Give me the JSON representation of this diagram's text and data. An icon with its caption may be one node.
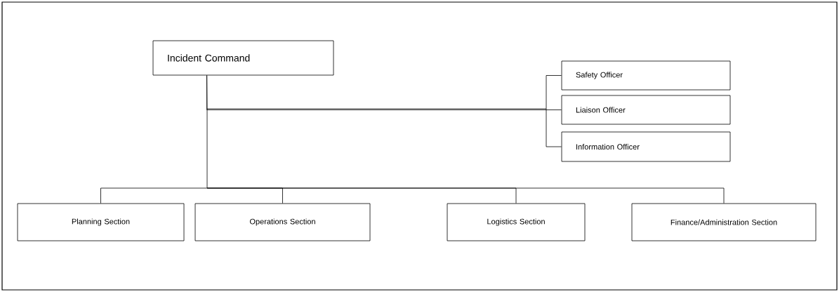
{
  "diagram": {
    "nodes": [
      {
        "text": [
          "Incident Command"
        ]
      },
      {
        "text": [
          "Safety Officer"
        ]
      },
      {
        "text": [
          "Liaison Officer"
        ]
      },
      {
        "text": [
          "Information Officer"
        ]
      },
      {
        "text": [
          "Planning Section"
        ]
      },
      {
        "text": [
          "Operations Section"
        ]
      },
      {
        "text": [
          "Logistics Section"
        ]
      },
      {
        "text": [
          "Finance/Administration Section"
        ]
      }
    ],
    "edges": [
      {
        "from": 0,
        "to": 1,
        "arrow": "none"
      },
      {
        "from": 0,
        "to": 2,
        "arrow": "none"
      },
      {
        "from": 0,
        "to": 3,
        "arrow": "none"
      },
      {
        "from": 0,
        "to": 4,
        "arrow": "none"
      },
      {
        "from": 0,
        "to": 5,
        "arrow": "none"
      },
      {
        "from": 0,
        "to": 6,
        "arrow": "none"
      },
      {
        "from": 0,
        "to": 7,
        "arrow": "none"
      }
    ]
  }
}
